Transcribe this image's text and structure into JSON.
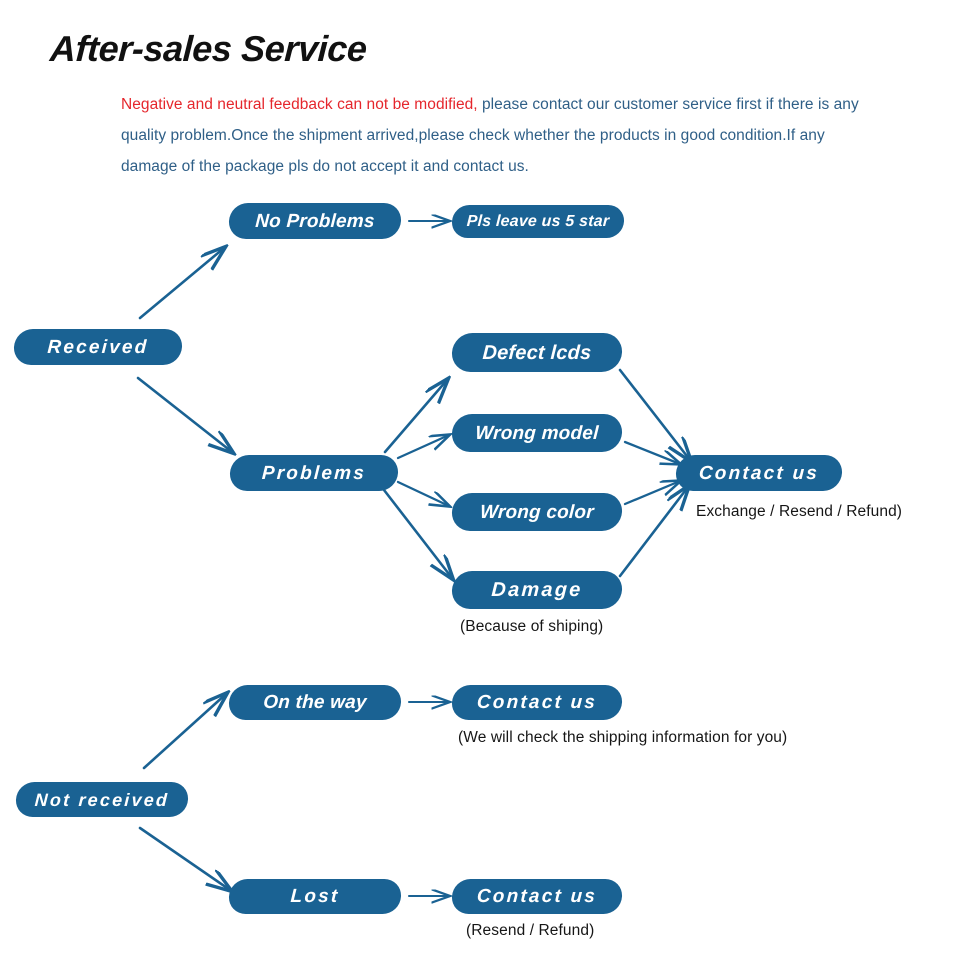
{
  "page": {
    "title": "After-sales Service",
    "background": "#ffffff",
    "pill_color": "#1a6293",
    "pill_text_color": "#ffffff",
    "accent_red": "#e5262c",
    "body_blue": "#2f5f87",
    "caption_color": "#161616",
    "wire_color": "#1a6293"
  },
  "intro": {
    "accent_text": "Negative and neutral feedback can not be modified,",
    "rest_text": " please contact our customer service first if there is any quality problem.Once the shipment arrived,please check whether the products in good condition.If any damage of the package pls do not accept it and contact us."
  },
  "flow": {
    "received": {
      "label": "Received",
      "branches": {
        "no_problems": {
          "label": "No Problems",
          "next": {
            "label": "Pls leave us 5 star"
          }
        },
        "problems": {
          "label": "Problems",
          "issues": [
            {
              "label": "Defect lcds"
            },
            {
              "label": "Wrong model"
            },
            {
              "label": "Wrong color",
              "caption": ""
            },
            {
              "label": "Damage",
              "caption": "(Because of shiping)"
            }
          ],
          "resolution": {
            "label": "Contact us",
            "caption": "Exchange / Resend / Refund)"
          }
        }
      }
    },
    "not_received": {
      "label": "Not received",
      "branches": [
        {
          "label": "On the way",
          "next": {
            "label": "Contact us",
            "caption": "(We will check the shipping information for you)"
          }
        },
        {
          "label": "Lost",
          "next": {
            "label": "Contact us",
            "caption": "(Resend / Refund)"
          }
        }
      ]
    }
  }
}
